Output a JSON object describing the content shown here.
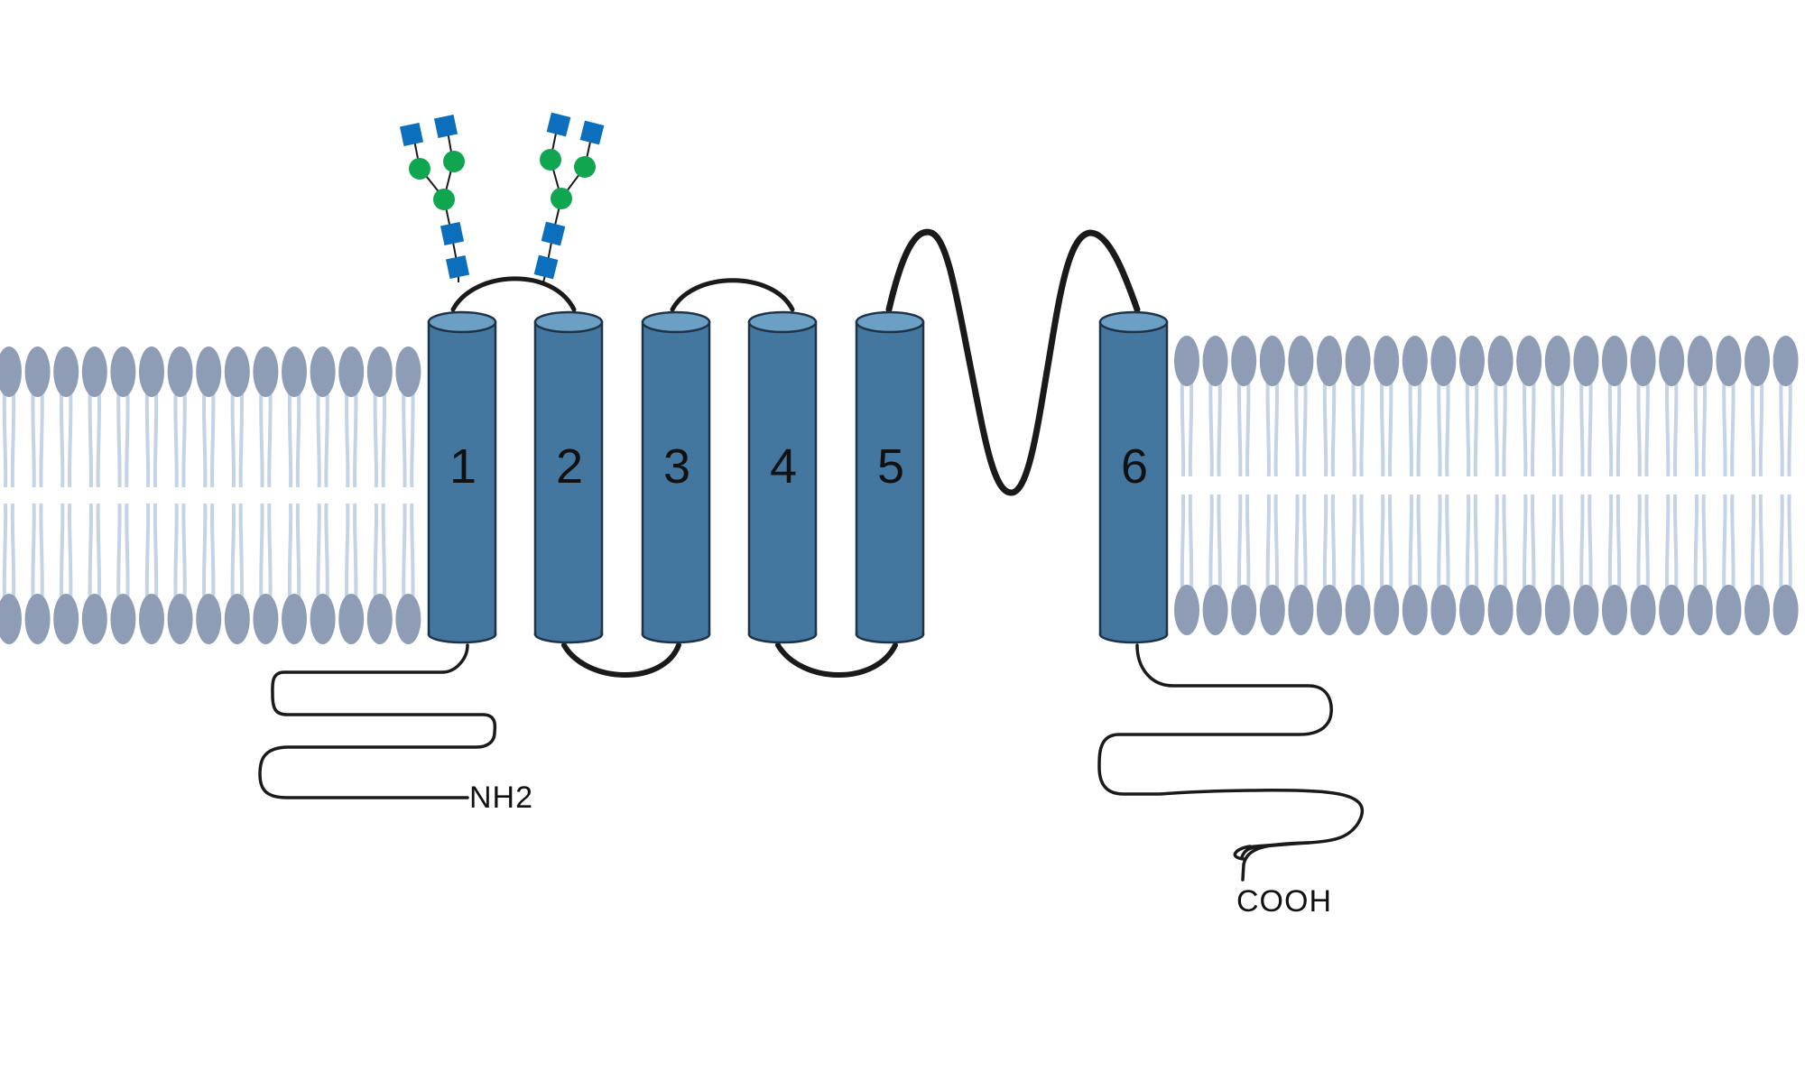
{
  "diagram": {
    "colors": {
      "helix_body": "#44779f",
      "helix_top": "#6b9fc4",
      "helix_outline": "#1e3347",
      "lipid_head": "#8e9db5",
      "lipid_tail": "#c5d3e6",
      "glycan_square": "#0b6fbd",
      "glycan_circle": "#10a650",
      "loop_line": "#1a1a1a"
    },
    "helices": [
      {
        "label": "1"
      },
      {
        "label": "2"
      },
      {
        "label": "3"
      },
      {
        "label": "4"
      },
      {
        "label": "5"
      },
      {
        "label": "6"
      }
    ],
    "n_terminus_label": "NH2",
    "c_terminus_label": "COOH",
    "glycans": [
      {
        "attached_to_loop": "1-2",
        "icons": [
          "square",
          "square",
          "circle",
          "circle",
          "circle",
          "square",
          "square"
        ]
      },
      {
        "attached_to_loop": "1-2",
        "icons": [
          "square",
          "square",
          "circle",
          "circle",
          "circle",
          "square",
          "square"
        ]
      }
    ]
  }
}
